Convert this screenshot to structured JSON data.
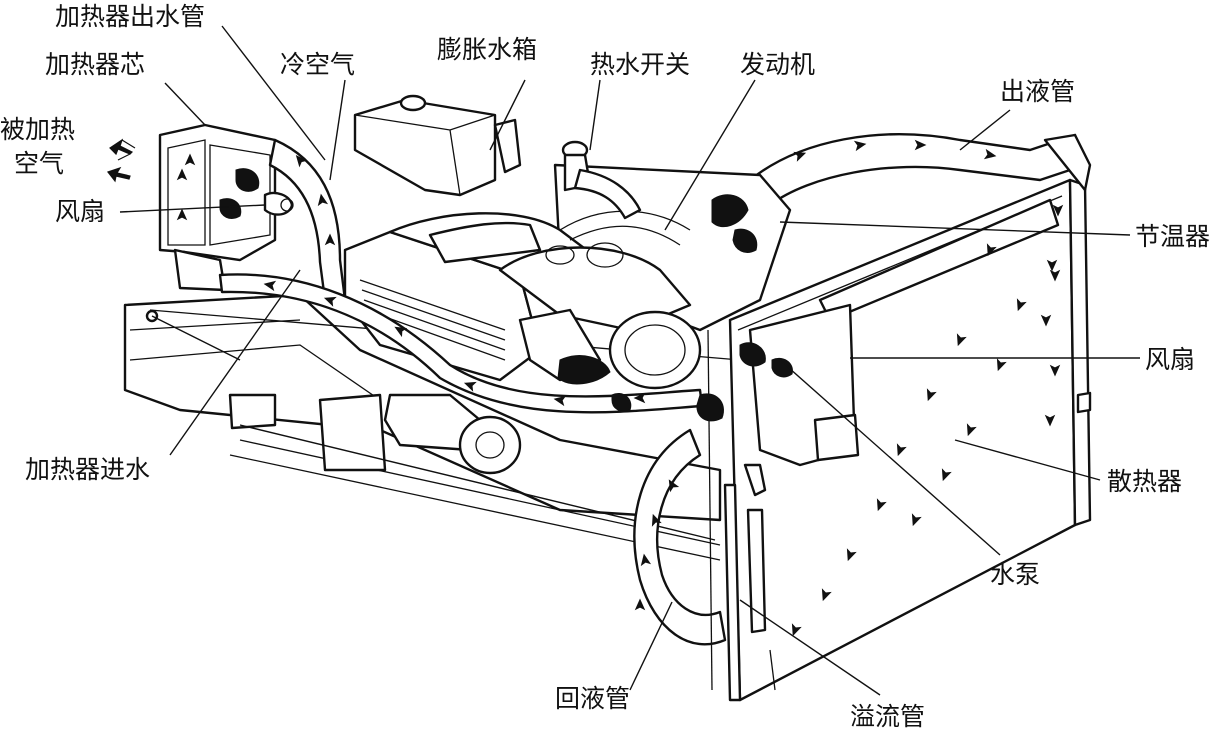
{
  "labels": {
    "heater_outlet_pipe": "加热器出水管",
    "heater_core": "加热器芯",
    "cold_air": "冷空气",
    "expansion_tank": "膨胀水箱",
    "hot_water_switch": "热水开关",
    "engine": "发动机",
    "outlet_pipe": "出液管",
    "heated_air_line1": "被加热",
    "heated_air_line2": "空气",
    "fan_left": "风扇",
    "thermostat": "节温器",
    "fan_right": "风扇",
    "radiator": "散热器",
    "heater_inlet": "加热器进水",
    "water_pump": "水泵",
    "return_pipe": "回液管",
    "overflow_pipe": "溢流管"
  },
  "icons": {
    "flow_arrow": "small-arrowhead",
    "radiator_arrow": "small-arrowhead"
  }
}
